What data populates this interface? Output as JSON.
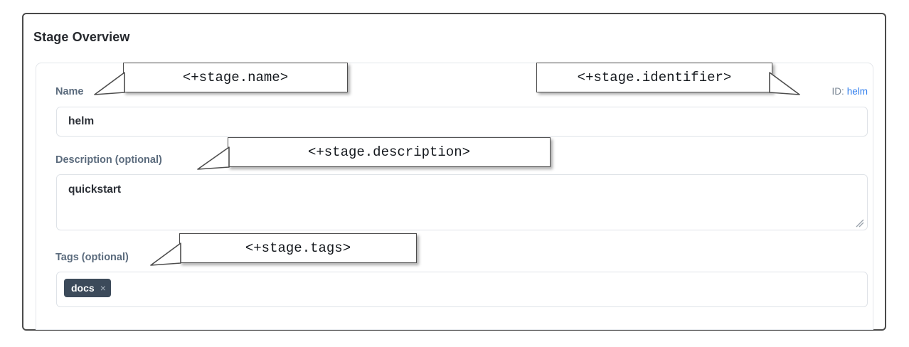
{
  "panel": {
    "title": "Stage Overview"
  },
  "form": {
    "name": {
      "label": "Name",
      "value": "helm"
    },
    "description": {
      "label": "Description (optional)",
      "value": "quickstart"
    },
    "tags": {
      "label": "Tags (optional)",
      "chips": [
        {
          "text": "docs",
          "remove": "×"
        }
      ]
    },
    "identifier": {
      "key": "ID:",
      "value": "helm"
    }
  },
  "annotations": [
    {
      "text": "<+stage.name>"
    },
    {
      "text": "<+stage.identifier>"
    },
    {
      "text": "<+stage.description>"
    },
    {
      "text": "<+stage.tags>"
    }
  ],
  "colors": {
    "frame_border": "#4a4a4a",
    "label": "#5b6b7d",
    "link": "#2f7ded",
    "chip_bg": "#3c4a5a",
    "callout_border": "#4d4d4d"
  }
}
